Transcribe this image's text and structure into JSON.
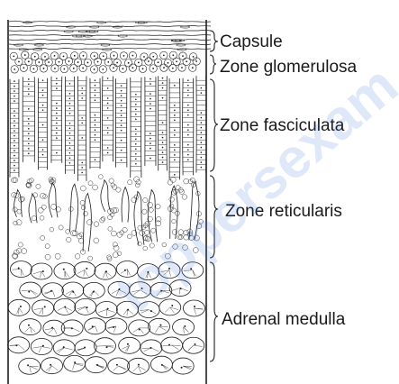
{
  "figure": {
    "labels": [
      "Capsule",
      "Zone glomerulosa",
      "Zone fasciculata",
      "Zone reticularis",
      "Adrenal medulla"
    ],
    "colors": {
      "ink": "#1f1f1f",
      "label": "#1a1a1a",
      "watermark": "#3a6fd8"
    },
    "watermark": "toppersexam"
  }
}
